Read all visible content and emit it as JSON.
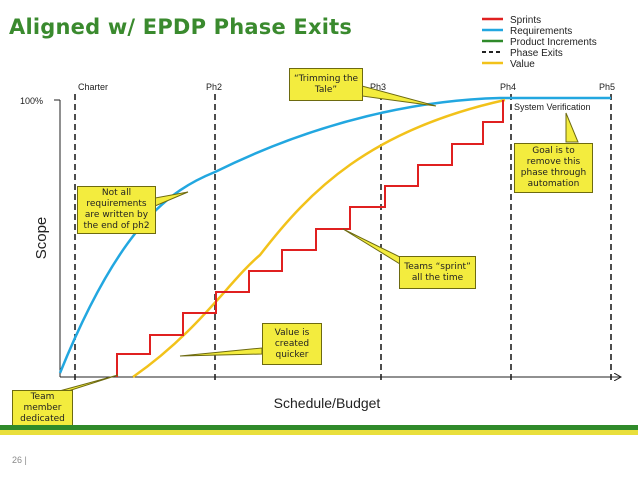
{
  "title": "Aligned w/ EPDP Phase Exits",
  "legend": [
    {
      "label": "Sprints",
      "color": "#e02020",
      "style": "solid"
    },
    {
      "label": "Requirements",
      "color": "#22a7e0",
      "style": "solid"
    },
    {
      "label": "Product Increments",
      "color": "#2f8a2a",
      "style": "solid"
    },
    {
      "label": "Phase Exits",
      "color": "#222222",
      "style": "dashed"
    },
    {
      "label": "Value",
      "color": "#f2c21a",
      "style": "solid"
    }
  ],
  "phases": [
    "Charter",
    "Ph2",
    "Ph3",
    "Ph4",
    "Ph5"
  ],
  "y_tick": "100%",
  "ylabel": "Scope",
  "xlabel": "Schedule/Budget",
  "system_verification": "System Verification",
  "callouts": {
    "trimming": "“Trimming the\nTale”",
    "goal": "Goal is to\nremove this\nphase through\nautomation",
    "not_all": "Not all\nrequirements\nare written by\nthe end of ph2",
    "teams_sprint": "Teams “sprint”\nall the time",
    "value_quicker": "Value is\ncreated\nquicker",
    "team_member": "Team\nmember\ndedicated"
  },
  "page_number": "26  |"
}
